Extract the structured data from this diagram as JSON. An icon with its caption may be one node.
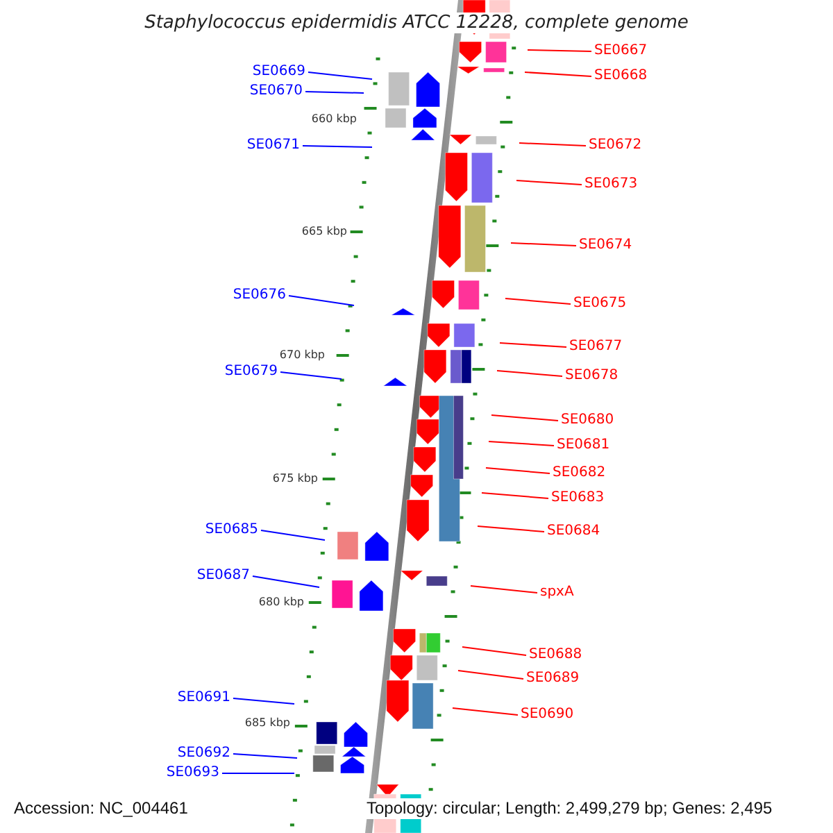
{
  "diagram": {
    "title": "Staphylococcus epidermidis ATCC 12228, complete genome",
    "nodes": [
      {
        "text": [
          "SE0667"
        ]
      },
      {
        "text": [
          "SE0668"
        ]
      },
      {
        "text": [
          "SE0669"
        ]
      },
      {
        "text": [
          "SE0670"
        ]
      },
      {
        "text": [
          "SE0671"
        ]
      },
      {
        "text": [
          "SE0672"
        ]
      },
      {
        "text": [
          "SE0673"
        ]
      },
      {
        "text": [
          "SE0674"
        ]
      },
      {
        "text": [
          "SE0676"
        ]
      },
      {
        "text": [
          "SE0675"
        ]
      },
      {
        "text": [
          "SE0677"
        ]
      },
      {
        "text": [
          "SE0679"
        ]
      },
      {
        "text": [
          "SE0678"
        ]
      },
      {
        "text": [
          "SE0680"
        ]
      },
      {
        "text": [
          "SE0681"
        ]
      },
      {
        "text": [
          "SE0682"
        ]
      },
      {
        "text": [
          "SE0683"
        ]
      },
      {
        "text": [
          "SE0685"
        ]
      },
      {
        "text": [
          "SE0684"
        ]
      },
      {
        "text": [
          "SE0687"
        ]
      },
      {
        "text": [
          "spxA"
        ]
      },
      {
        "text": [
          "SE0688"
        ]
      },
      {
        "text": [
          "SE0689"
        ]
      },
      {
        "text": [
          "SE0691"
        ]
      },
      {
        "text": [
          "SE0690"
        ]
      },
      {
        "text": [
          "SE0692"
        ]
      },
      {
        "text": [
          "SE0693"
        ]
      }
    ],
    "edges": [
      {
        "from": 0,
        "to": null,
        "arrow": "none"
      },
      {
        "from": 1,
        "to": null,
        "arrow": "none"
      },
      {
        "from": 2,
        "to": null,
        "arrow": "none",
        "color": "#0000ff"
      },
      {
        "from": 3,
        "to": null,
        "arrow": "none",
        "color": "#0000ff"
      },
      {
        "from": 4,
        "to": null,
        "arrow": "none",
        "color": "#0000ff"
      },
      {
        "from": 5,
        "to": null,
        "arrow": "none"
      },
      {
        "from": 6,
        "to": null,
        "arrow": "none"
      },
      {
        "from": 7,
        "to": null,
        "arrow": "none"
      },
      {
        "from": 8,
        "to": null,
        "arrow": "none",
        "color": "#0000ff"
      },
      {
        "from": 9,
        "to": null,
        "arrow": "none"
      },
      {
        "from": 10,
        "to": null,
        "arrow": "none"
      },
      {
        "from": 11,
        "to": null,
        "arrow": "none",
        "color": "#0000ff"
      },
      {
        "from": 12,
        "to": null,
        "arrow": "none"
      },
      {
        "from": 13,
        "to": null,
        "arrow": "none"
      },
      {
        "from": 14,
        "to": null,
        "arrow": "none"
      },
      {
        "from": 15,
        "to": null,
        "arrow": "none"
      },
      {
        "from": 16,
        "to": null,
        "arrow": "none"
      },
      {
        "from": 17,
        "to": null,
        "arrow": "none",
        "color": "#0000ff"
      },
      {
        "from": 18,
        "to": null,
        "arrow": "none"
      },
      {
        "from": 19,
        "to": null,
        "arrow": "none",
        "color": "#0000ff"
      },
      {
        "from": 20,
        "to": null,
        "arrow": "none"
      },
      {
        "from": 21,
        "to": null,
        "arrow": "none"
      },
      {
        "from": 22,
        "to": null,
        "arrow": "none"
      },
      {
        "from": 23,
        "to": null,
        "arrow": "none",
        "color": "#0000ff"
      },
      {
        "from": 24,
        "to": null,
        "arrow": "none"
      },
      {
        "from": 25,
        "to": null,
        "arrow": "none",
        "color": "#0000ff"
      },
      {
        "from": 26,
        "to": null,
        "arrow": "none",
        "color": "#0000ff"
      }
    ],
    "labels": [
      "660 kbp",
      "665 kbp",
      "670 kbp",
      "675 kbp",
      "680 kbp",
      "685 kbp",
      "Accession: NC_004461",
      "Topology: circular; Length: 2,499,279 bp; Genes: 2,495"
    ]
  }
}
